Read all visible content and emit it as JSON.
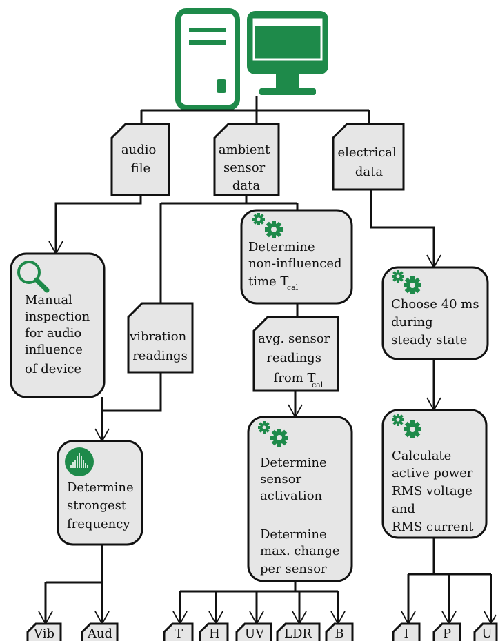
{
  "colors": {
    "accent": "#1e8a4a",
    "box_fill": "#e6e6e6",
    "line": "#111111"
  },
  "icons": {
    "computer": "desktop-tower-icon",
    "monitor": "monitor-icon",
    "inspection": "magnifier-icon",
    "gears": "gears-icon",
    "spectrum": "audio-spectrum-icon"
  },
  "data_files": {
    "audio_file": [
      "audio",
      "file"
    ],
    "ambient_sensor_data": [
      "ambient",
      "sensor",
      "data"
    ],
    "electrical_data": [
      "electrical",
      "data"
    ],
    "vibration_readings": [
      "vibration",
      "readings"
    ],
    "avg_sensor_readings": [
      "avg. sensor",
      "readings",
      "from T"
    ],
    "avg_sensor_readings_sub": "cal"
  },
  "processes": {
    "manual_inspection": [
      "Manual",
      "inspection",
      "for audio",
      "influence",
      "of device"
    ],
    "determine_non_influenced": [
      "Determine",
      "non-influenced",
      "time T"
    ],
    "determine_non_influenced_sub": "cal",
    "choose_40ms": [
      "Choose 40 ms",
      "during",
      "steady state"
    ],
    "determine_strongest": [
      "Determine",
      "strongest",
      "frequency"
    ],
    "determine_activation": [
      "Determine",
      "sensor",
      "activation",
      "",
      "Determine",
      "max. change",
      "per sensor"
    ],
    "calculate_power": [
      "Calculate",
      "active power",
      "RMS voltage",
      "and",
      "RMS current"
    ]
  },
  "outputs": {
    "audio_outputs": [
      "Vib",
      "Aud"
    ],
    "sensor_outputs": [
      "T",
      "H",
      "UV",
      "LDR",
      "B"
    ],
    "electrical_outputs": [
      "I",
      "P",
      "U"
    ]
  }
}
